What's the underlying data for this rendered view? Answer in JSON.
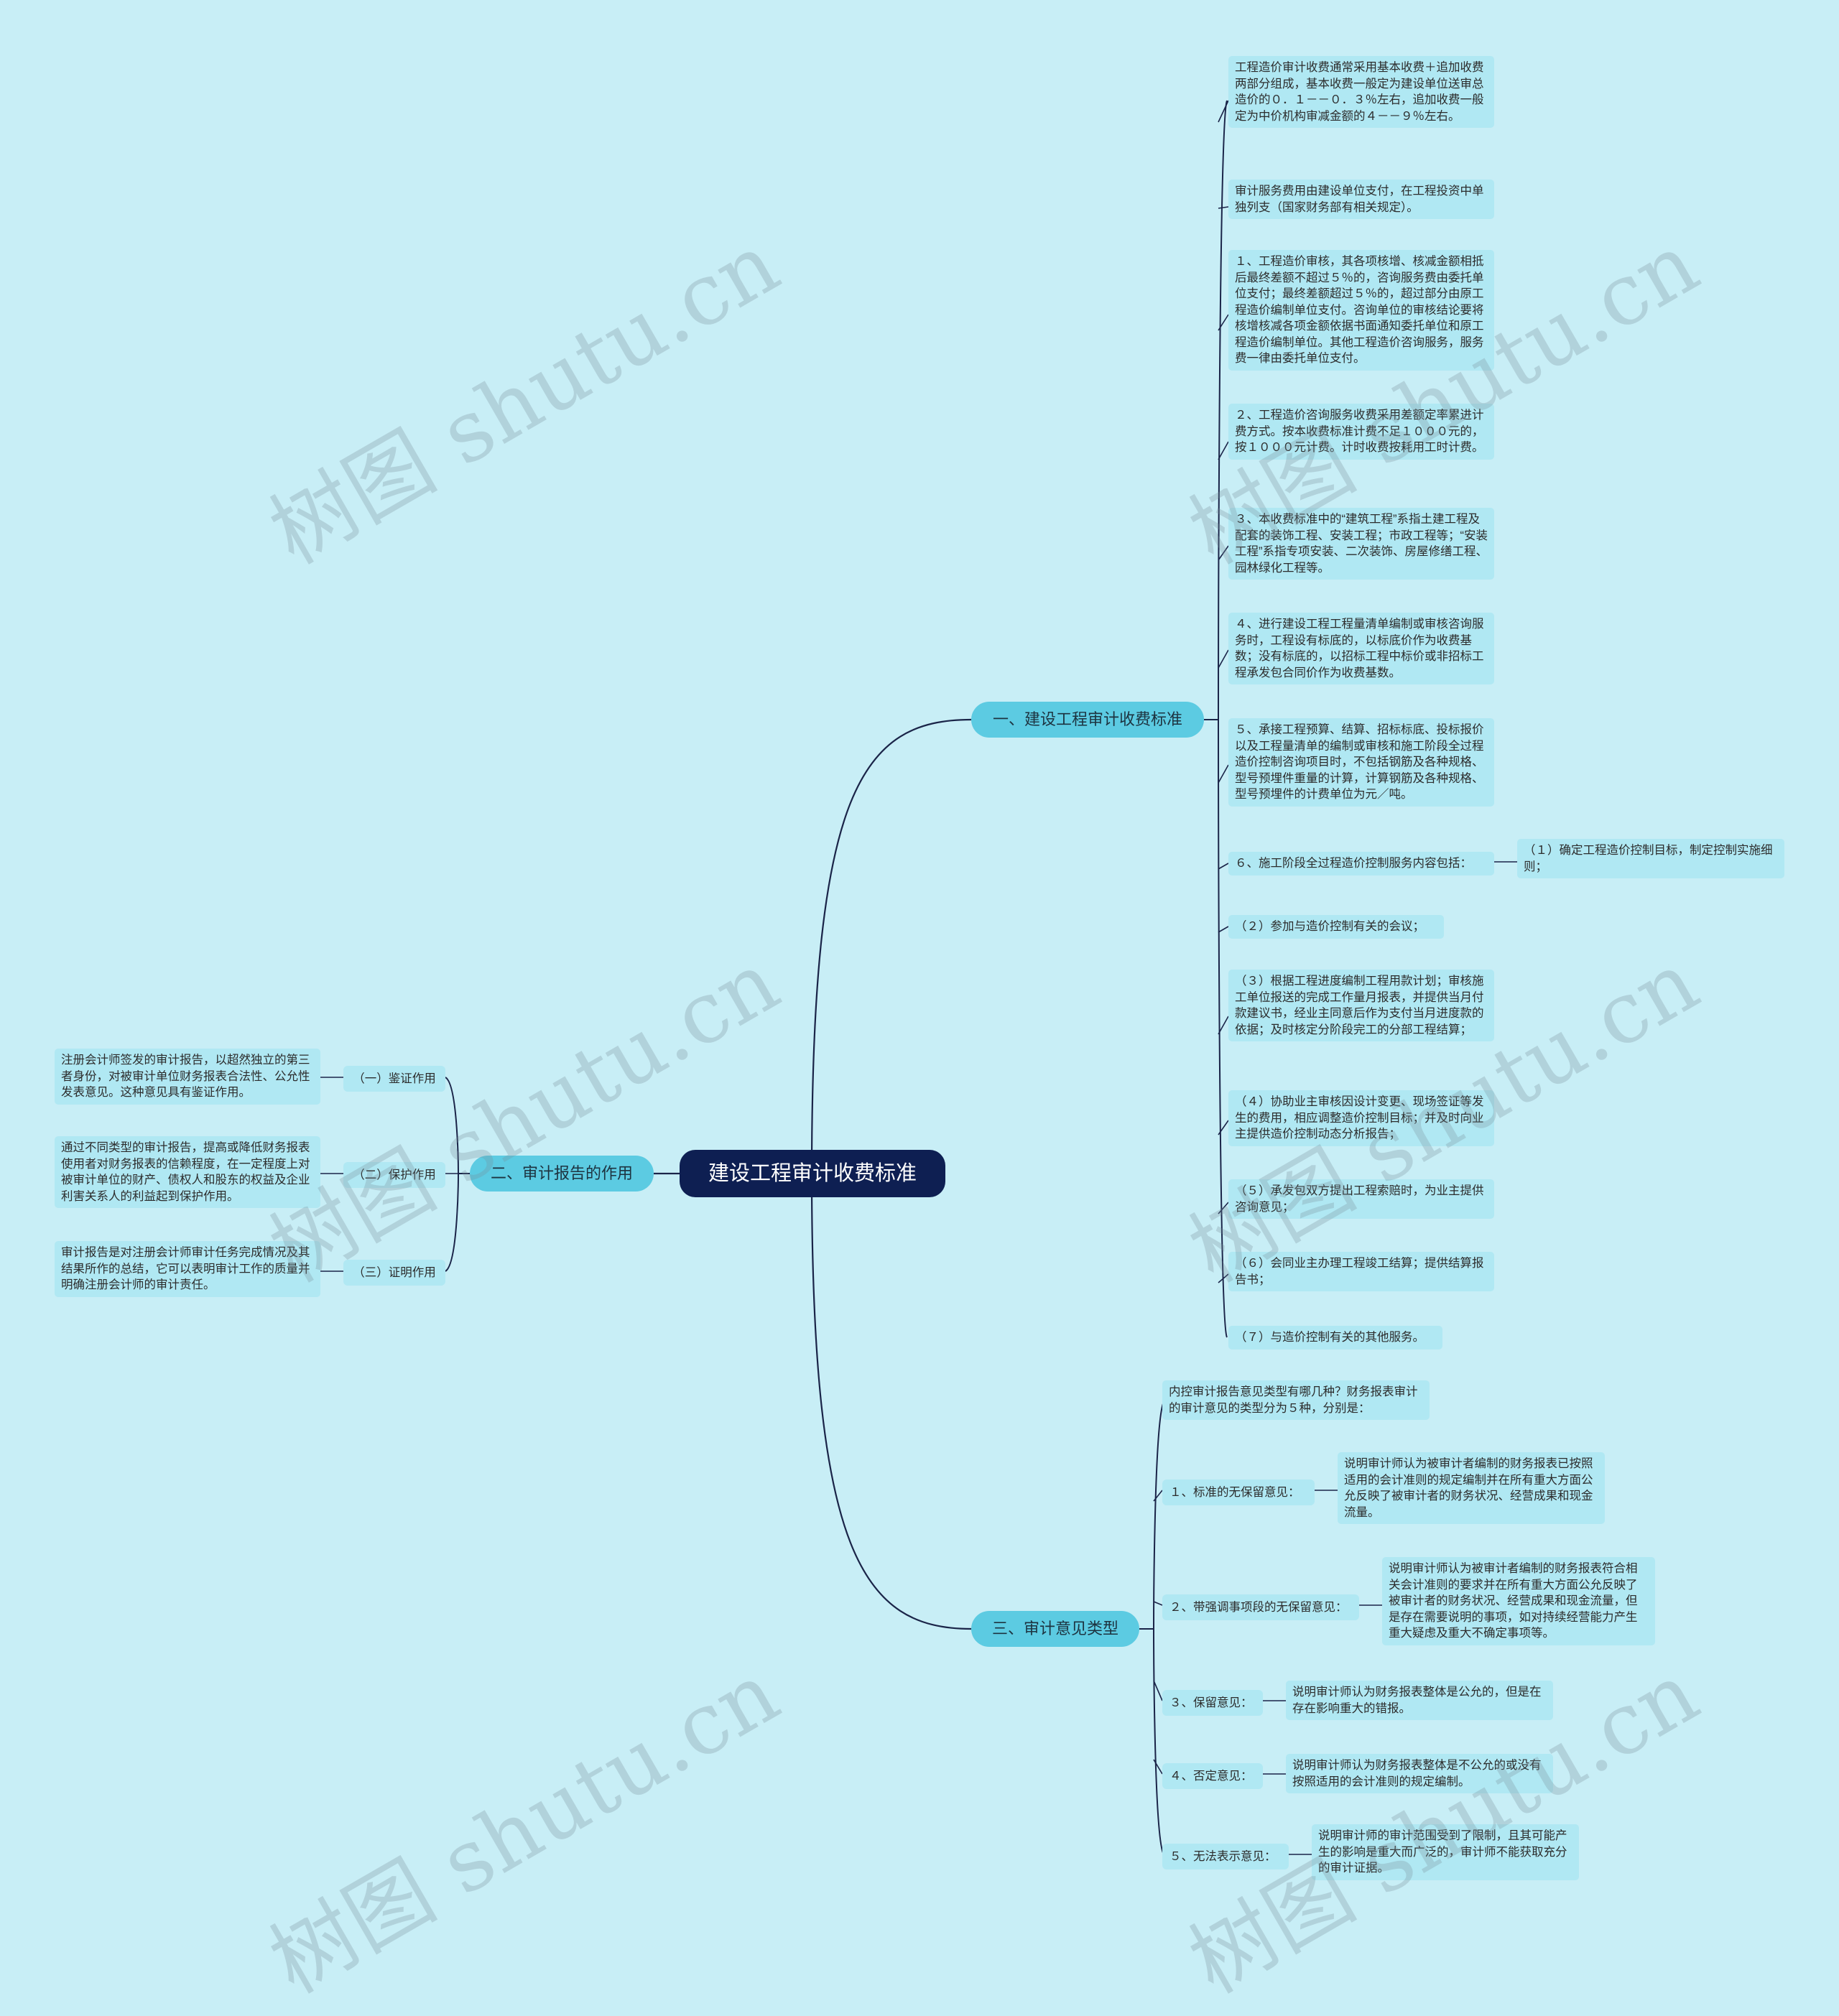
{
  "root": {
    "label": "建设工程审计收费标准"
  },
  "branches": [
    {
      "label": "一、建设工程审计收费标准"
    },
    {
      "label": "二、审计报告的作用"
    },
    {
      "label": "三、审计意见类型"
    }
  ],
  "b1_items": [
    "工程造价审计收费通常采用基本收费＋追加收费两部分组成，基本收费一般定为建设单位送审总造价的０．１－－０．３％左右，追加收费一般定为中价机构审减金额的４－－９％左右。",
    "审计服务费用由建设单位支付，在工程投资中单独列支（国家财务部有相关规定）。",
    "１、工程造价审核，其各项核增、核减金额相抵后最终差额不超过５％的，咨询服务费由委托单位支付；最终差额超过５％的，超过部分由原工程造价编制单位支付。咨询单位的审核结论要将核增核减各项金额依据书面通知委托单位和原工程造价编制单位。其他工程造价咨询服务，服务费一律由委托单位支付。",
    "２、工程造价咨询服务收费采用差额定率累进计费方式。按本收费标准计费不足１０００元的，按１０００元计费。计时收费按耗用工时计费。",
    "３、本收费标准中的“建筑工程”系指土建工程及配套的装饰工程、安装工程；市政工程等；“安装工程”系指专项安装、二次装饰、房屋修缮工程、园林绿化工程等。",
    "４、进行建设工程工程量清单编制或审核咨询服务时，工程设有标底的，以标底价作为收费基数；没有标底的，以招标工程中标价或非招标工程承发包合同价作为收费基数。",
    "５、承接工程预算、结算、招标标底、投标报价以及工程量清单的编制或审核和施工阶段全过程造价控制咨询项目时，不包括钢筋及各种规格、型号预埋件重量的计算，计算钢筋及各种规格、型号预埋件的计费单位为元／吨。",
    "６、施工阶段全过程造价控制服务内容包括：",
    "（２）参加与造价控制有关的会议；",
    "（３）根据工程进度编制工程用款计划；审核施工单位报送的完成工作量月报表，并提供当月付款建议书，经业主同意后作为支付当月进度款的依据；及时核定分阶段完工的分部工程结算；",
    "（４）协助业主审核因设计变更、现场签证等发生的费用，相应调整造价控制目标；并及时向业主提供造价控制动态分析报告；",
    "（５）承发包双方提出工程索赔时，为业主提供咨询意见；",
    "（６）会同业主办理工程竣工结算；提供结算报告书；",
    "（７）与造价控制有关的其他服务。"
  ],
  "b1_item6_child": "（１）确定工程造价控制目标，制定控制实施细则；",
  "b2_items": [
    {
      "label": "（一）鉴证作用",
      "desc": "注册会计师签发的审计报告，以超然独立的第三者身份，对被审计单位财务报表合法性、公允性发表意见。这种意见具有鉴证作用。"
    },
    {
      "label": "（二）保护作用",
      "desc": "通过不同类型的审计报告，提高或降低财务报表使用者对财务报表的信赖程度，在一定程度上对被审计单位的财产、债权人和股东的权益及企业利害关系人的利益起到保护作用。"
    },
    {
      "label": "（三）证明作用",
      "desc": "审计报告是对注册会计师审计任务完成情况及其结果所作的总结，它可以表明审计工作的质量并明确注册会计师的审计责任。"
    }
  ],
  "b3_intro": "内控审计报告意见类型有哪几种？财务报表审计的审计意见的类型分为５种，分别是：",
  "b3_items": [
    {
      "label": "１、标准的无保留意见：",
      "desc": "说明审计师认为被审计者编制的财务报表已按照适用的会计准则的规定编制并在所有重大方面公允反映了被审计者的财务状况、经营成果和现金流量。"
    },
    {
      "label": "２、带强调事项段的无保留意见：",
      "desc": "说明审计师认为被审计者编制的财务报表符合相关会计准则的要求并在所有重大方面公允反映了被审计者的财务状况、经营成果和现金流量，但是存在需要说明的事项，如对持续经营能力产生重大疑虑及重大不确定事项等。"
    },
    {
      "label": "３、保留意见：",
      "desc": "说明审计师认为财务报表整体是公允的，但是在存在影响重大的错报。"
    },
    {
      "label": "４、否定意见：",
      "desc": "说明审计师认为财务报表整体是不公允的或没有按照适用的会计准则的规定编制。"
    },
    {
      "label": "５、无法表示意见：",
      "desc": "说明审计师的审计范围受到了限制，且其可能产生的影响是重大而广泛的，审计师不能获取充分的审计证据。"
    }
  ],
  "watermark": "树图 shutu.cn",
  "colors": {
    "background": "#c8eef6",
    "root": "#0e1f52",
    "branch": "#5ccbe2",
    "leaf": "#b0e8f3",
    "line": "#1a2448"
  }
}
